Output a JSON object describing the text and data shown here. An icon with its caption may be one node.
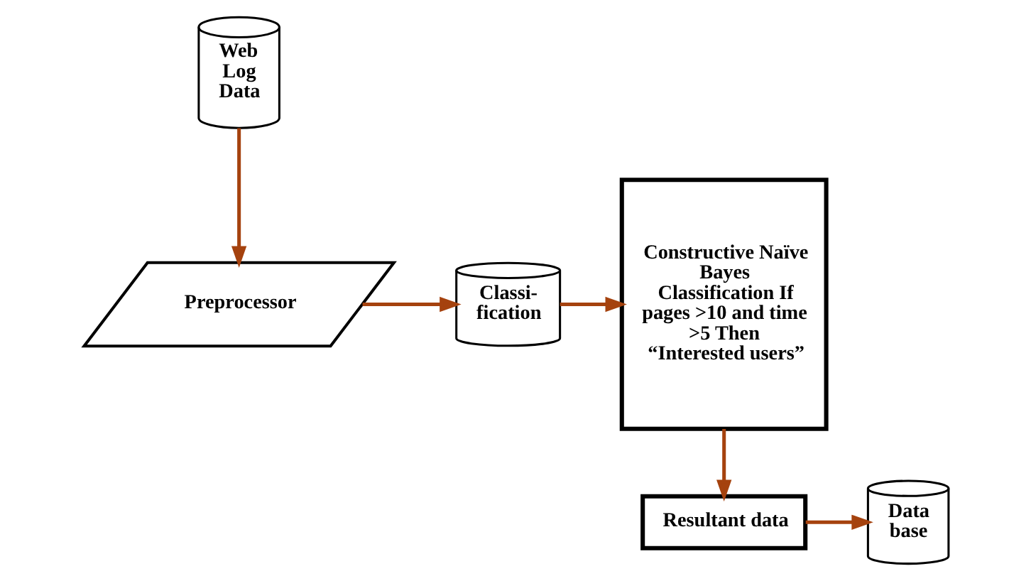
{
  "diagram": {
    "nodes": [
      {
        "text": [
          "Web Log Data"
        ]
      },
      {
        "text": [
          "Preprocessor"
        ]
      },
      {
        "text": [
          "Classi- fication"
        ]
      },
      {
        "text": [
          "Constructive Naïve Bayes Classification If pages >10 and time >5 Then “Interested users”"
        ]
      },
      {
        "text": [
          "Resultant data"
        ]
      },
      {
        "text": [
          "Data base"
        ]
      }
    ],
    "edges": [
      {
        "from": 0,
        "to": 1,
        "arrow": "to"
      },
      {
        "from": 1,
        "to": 2,
        "arrow": "to"
      },
      {
        "from": 2,
        "to": 3,
        "arrow": "to"
      },
      {
        "from": 3,
        "to": 4,
        "arrow": "to"
      },
      {
        "from": 4,
        "to": 5,
        "arrow": "to"
      }
    ]
  }
}
